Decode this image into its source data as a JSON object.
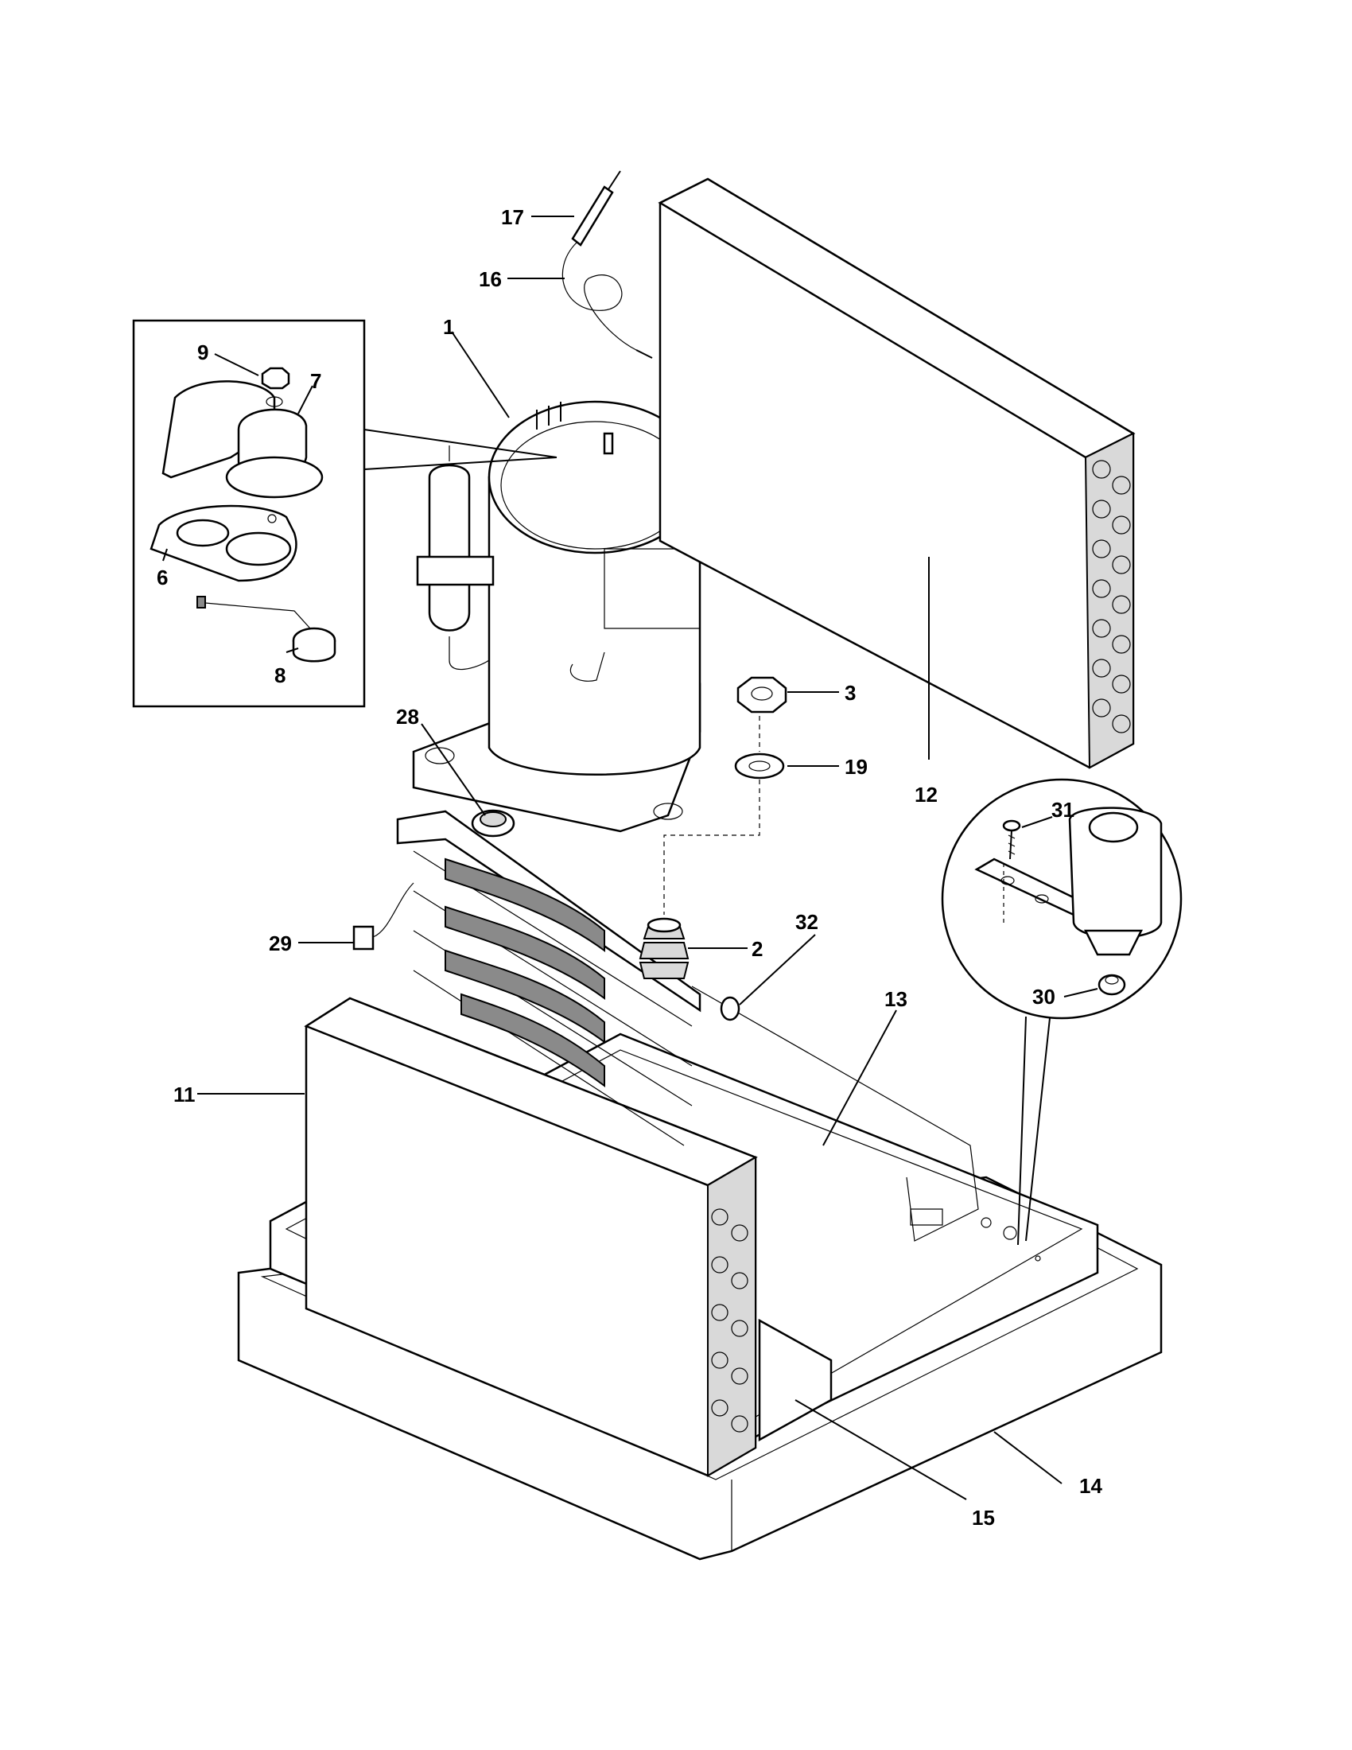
{
  "callouts": {
    "c1": "1",
    "c2": "2",
    "c3": "3",
    "c6": "6",
    "c7": "7",
    "c8": "8",
    "c9": "9",
    "c11": "11",
    "c12": "12",
    "c13": "13",
    "c14": "14",
    "c15": "15",
    "c16": "16",
    "c17": "17",
    "c19": "19",
    "c28": "28",
    "c29": "29",
    "c30": "30",
    "c31": "31",
    "c32": "32"
  },
  "colors": {
    "line": "#000000",
    "background": "#ffffff"
  }
}
